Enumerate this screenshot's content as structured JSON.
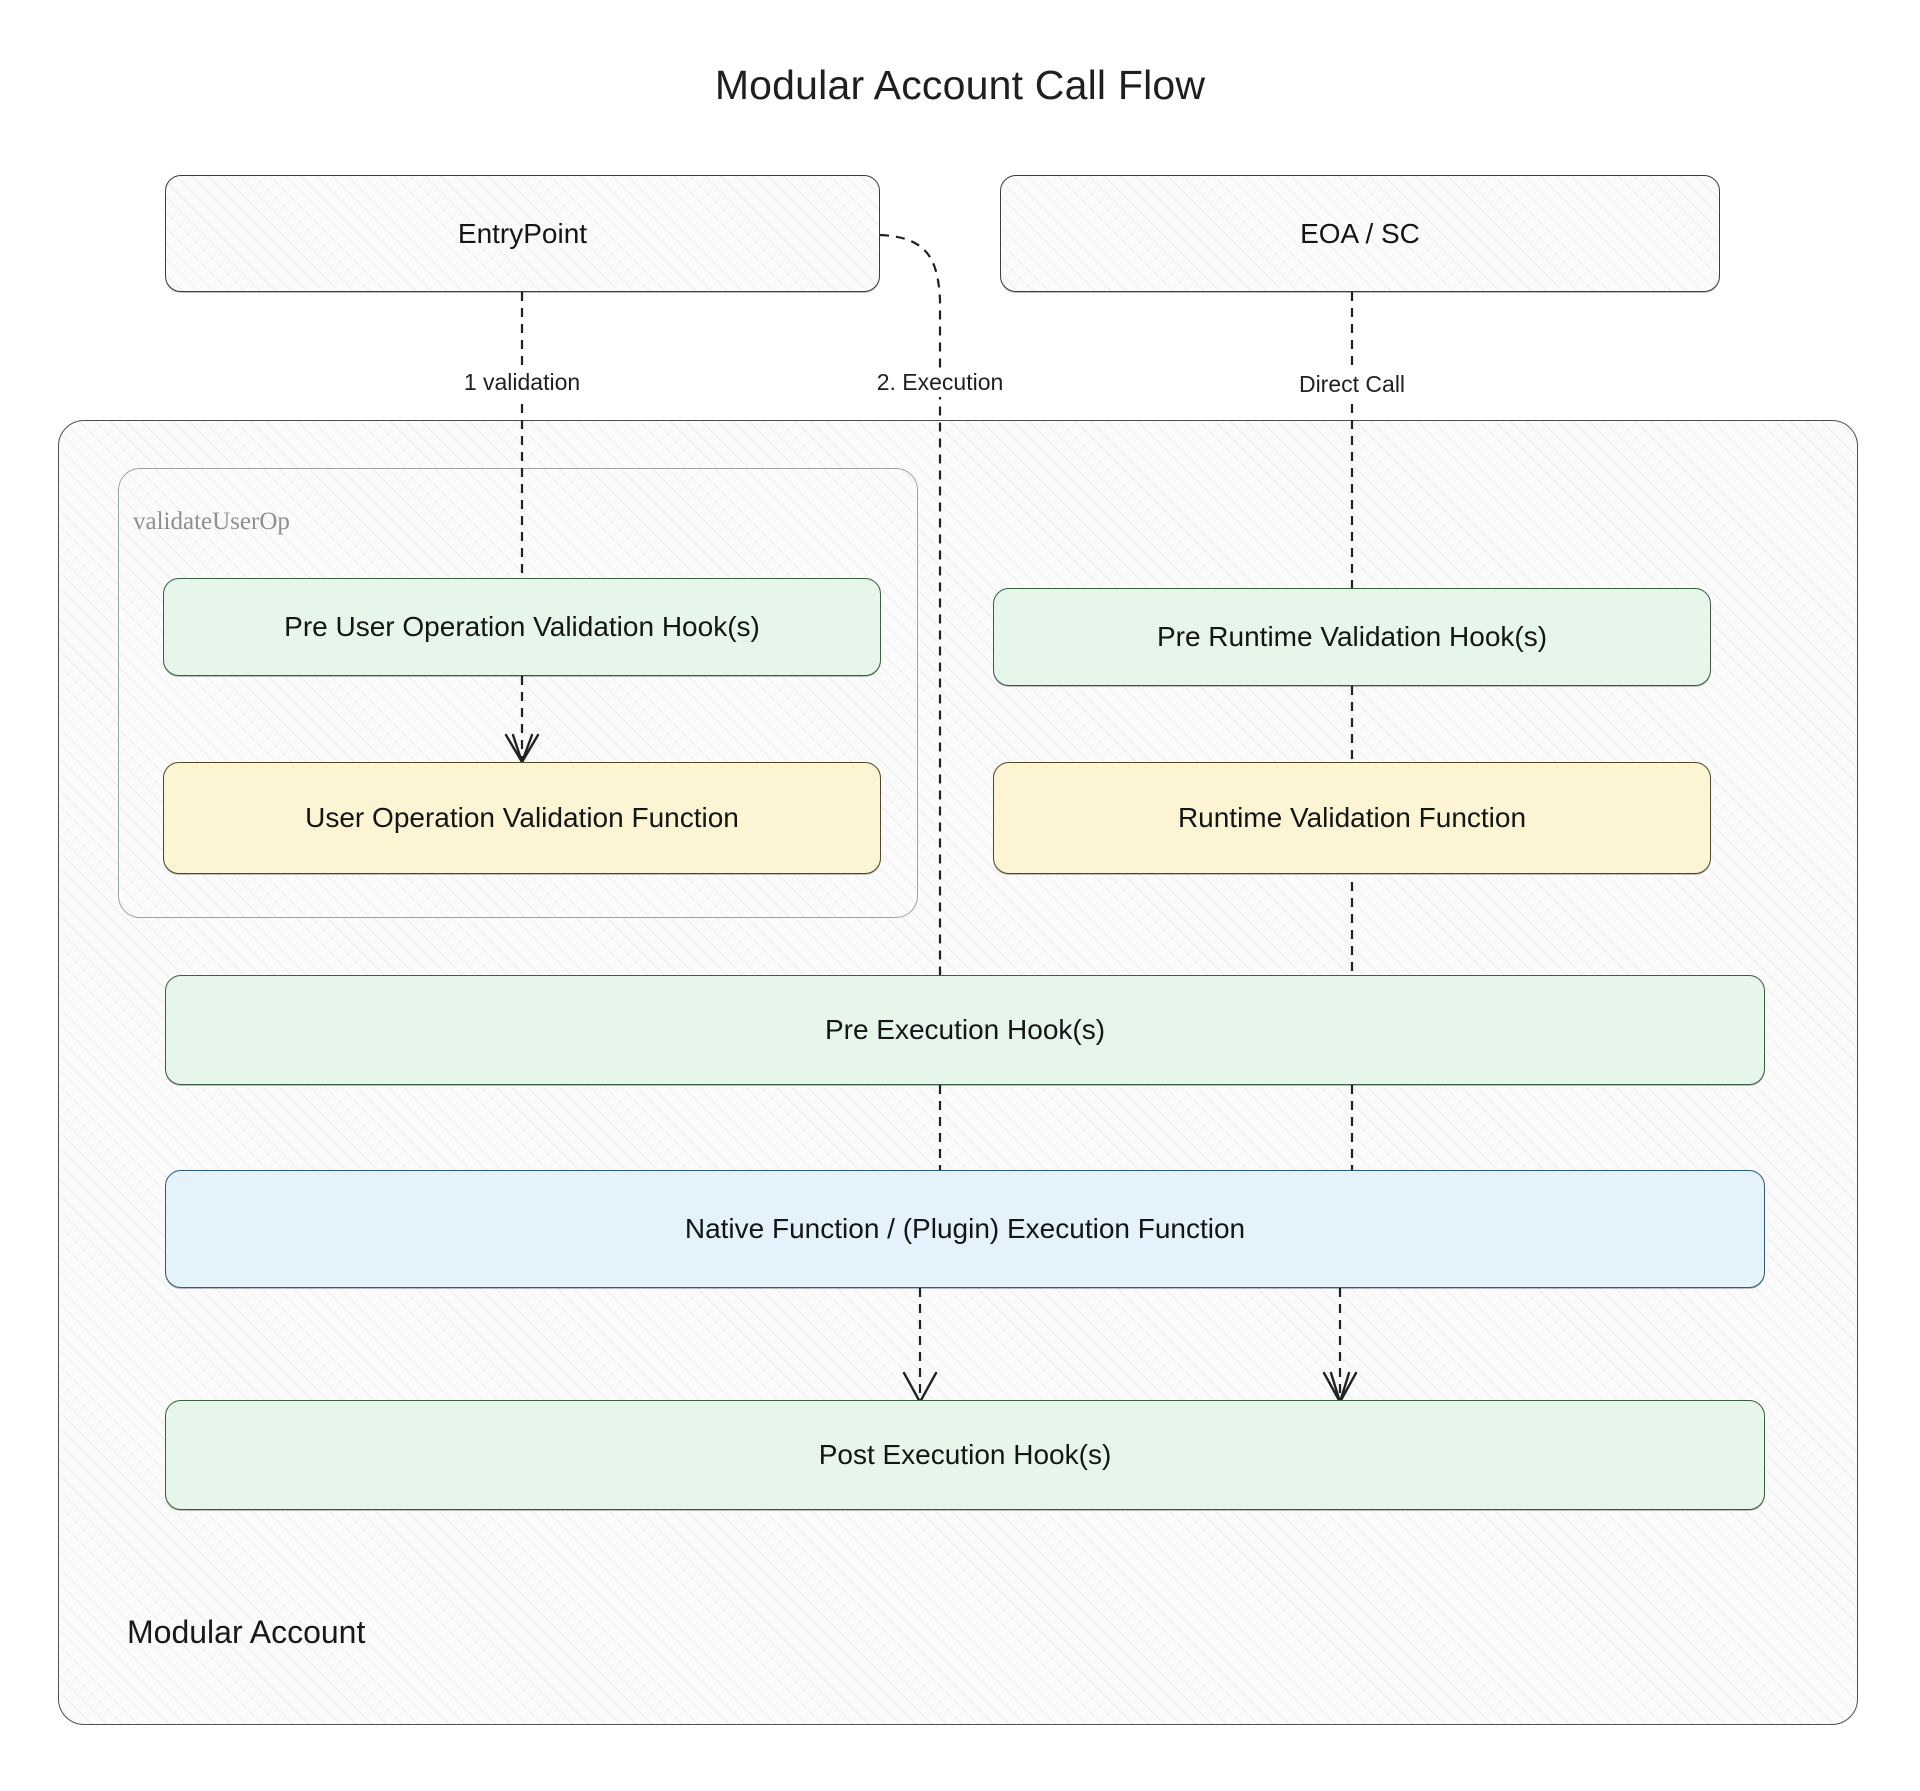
{
  "diagram": {
    "title": "Modular Account Call Flow",
    "type": "flowchart",
    "direction": "top-down"
  },
  "nodes": {
    "entrypoint": {
      "label": "EntryPoint",
      "style": "plain-hatched"
    },
    "eoa_sc": {
      "label": "EOA / SC",
      "style": "plain-hatched"
    },
    "pre_user_op_validation_hook": {
      "label": "Pre User Operation Validation Hook(s)",
      "style": "green"
    },
    "user_op_validation_function": {
      "label": "User Operation Validation Function",
      "style": "yellow"
    },
    "pre_runtime_validation_hook": {
      "label": "Pre Runtime Validation Hook(s)",
      "style": "green"
    },
    "runtime_validation_function": {
      "label": "Runtime Validation Function",
      "style": "yellow"
    },
    "pre_execution_hook": {
      "label": "Pre Execution Hook(s)",
      "style": "green"
    },
    "native_function": {
      "label": "Native Function  /  (Plugin) Execution Function",
      "style": "blue"
    },
    "post_execution_hook": {
      "label": "Post Execution Hook(s)",
      "style": "green"
    }
  },
  "clusters": {
    "validate_user_op": {
      "label": "validateUserOp"
    },
    "modular_account": {
      "label": "Modular Account"
    }
  },
  "edges": [
    {
      "from": "entrypoint",
      "to": "pre_user_op_validation_hook",
      "label": "1 validation",
      "style": "dashed-arrow"
    },
    {
      "from": "entrypoint",
      "to": "pre_execution_hook",
      "label": "2. Execution",
      "style": "dashed-arrow-curved"
    },
    {
      "from": "eoa_sc",
      "to": "pre_runtime_validation_hook",
      "label": "Direct Call",
      "style": "dashed-arrow"
    },
    {
      "from": "pre_user_op_validation_hook",
      "to": "user_op_validation_function",
      "label": "",
      "style": "dashed-arrow"
    },
    {
      "from": "pre_runtime_validation_hook",
      "to": "runtime_validation_function",
      "label": "",
      "style": "dashed-arrow"
    },
    {
      "from": "runtime_validation_function",
      "to": "pre_execution_hook",
      "label": "",
      "style": "dashed-arrow"
    },
    {
      "from": "pre_execution_hook",
      "to": "native_function",
      "label": "",
      "style": "dashed-arrow"
    },
    {
      "from": "native_function",
      "to": "post_execution_hook",
      "label": "",
      "style": "dashed-arrow"
    }
  ],
  "colors": {
    "green_fill": "#e7f6ea",
    "green_stroke": "#37603f",
    "yellow_fill": "#fcf4d3",
    "yellow_stroke": "#4f4a25",
    "blue_fill": "#e4f2fc",
    "blue_stroke": "#2f5a79",
    "plain_fill": "#fbfbfb",
    "plain_stroke": "#3a3f41",
    "edge_stroke": "#1f2223",
    "cluster_label": "#8a9094",
    "text": "#131516",
    "background": "#ffffff"
  }
}
